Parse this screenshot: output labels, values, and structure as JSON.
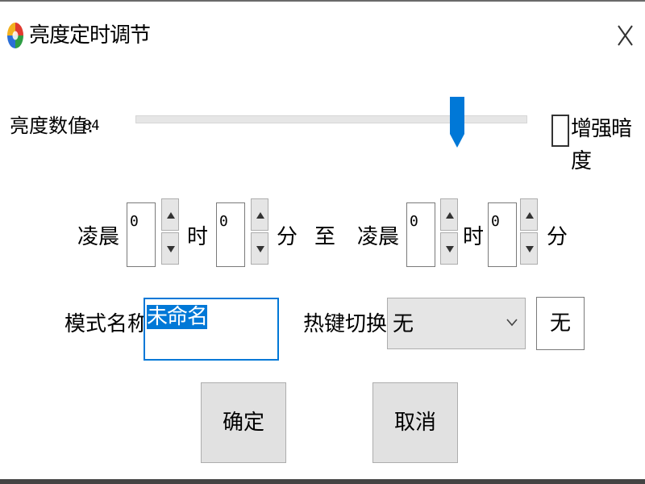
{
  "window": {
    "title": "亮度定时调节",
    "icons": {
      "app": "color-wheel-icon",
      "close": "close-icon"
    }
  },
  "brightness": {
    "label": "亮度数值:",
    "value": "84",
    "slider_fraction": 0.82,
    "enhance_label": "增强暗度",
    "enhance_checked": false
  },
  "schedule": {
    "start": {
      "period": "凌晨",
      "hour": "0",
      "hour_unit": "时",
      "minute": "0",
      "minute_unit": "分"
    },
    "separator": "至",
    "end": {
      "period": "凌晨",
      "hour": "0",
      "hour_unit": "时",
      "minute": "0",
      "minute_unit": "分"
    }
  },
  "mode": {
    "label": "模式名称:",
    "name": "未命名"
  },
  "hotkey": {
    "label": "热键切换",
    "selected": "无",
    "key": "无"
  },
  "buttons": {
    "ok": "确定",
    "cancel": "取消"
  },
  "colors": {
    "accent": "#0078d7",
    "button_bg": "#e1e1e1",
    "track": "#e6e6e6"
  }
}
